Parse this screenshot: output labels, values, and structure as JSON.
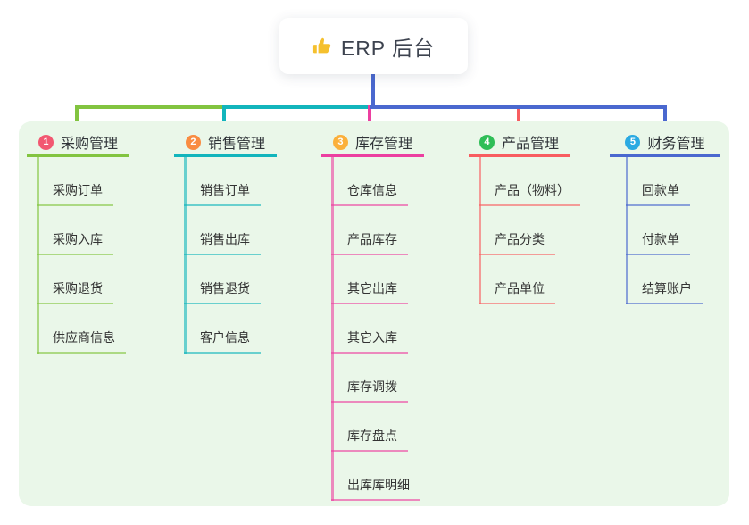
{
  "root": {
    "label": "ERP 后台",
    "icon": "thumbs-up-icon",
    "icon_color": "#f5c02e",
    "text_color": "#3d434f"
  },
  "canvas": {
    "page_background": "#ffffff",
    "container_background": "#eaf7e9"
  },
  "branches": [
    {
      "index": "1",
      "label": "采购管理",
      "badge_color": "#f25871",
      "line_color": "#82c440",
      "items": [
        "采购订单",
        "采购入库",
        "采购退货",
        "供应商信息"
      ]
    },
    {
      "index": "2",
      "label": "销售管理",
      "badge_color": "#f98c41",
      "line_color": "#12b5bc",
      "items": [
        "销售订单",
        "销售出库",
        "销售退货",
        "客户信息"
      ]
    },
    {
      "index": "3",
      "label": "库存管理",
      "badge_color": "#fbb03b",
      "line_color": "#ec3fa0",
      "items": [
        "仓库信息",
        "产品库存",
        "其它出库",
        "其它入库",
        "库存调拨",
        "库存盘点",
        "出库库明细"
      ]
    },
    {
      "index": "4",
      "label": "产品管理",
      "badge_color": "#2fbe57",
      "line_color": "#f85d60",
      "items": [
        "产品（物料）",
        "产品分类",
        "产品单位"
      ]
    },
    {
      "index": "5",
      "label": "财务管理",
      "badge_color": "#2baae2",
      "line_color": "#4a68cf",
      "items": [
        "回款单",
        "付款单",
        "结算账户"
      ]
    }
  ]
}
